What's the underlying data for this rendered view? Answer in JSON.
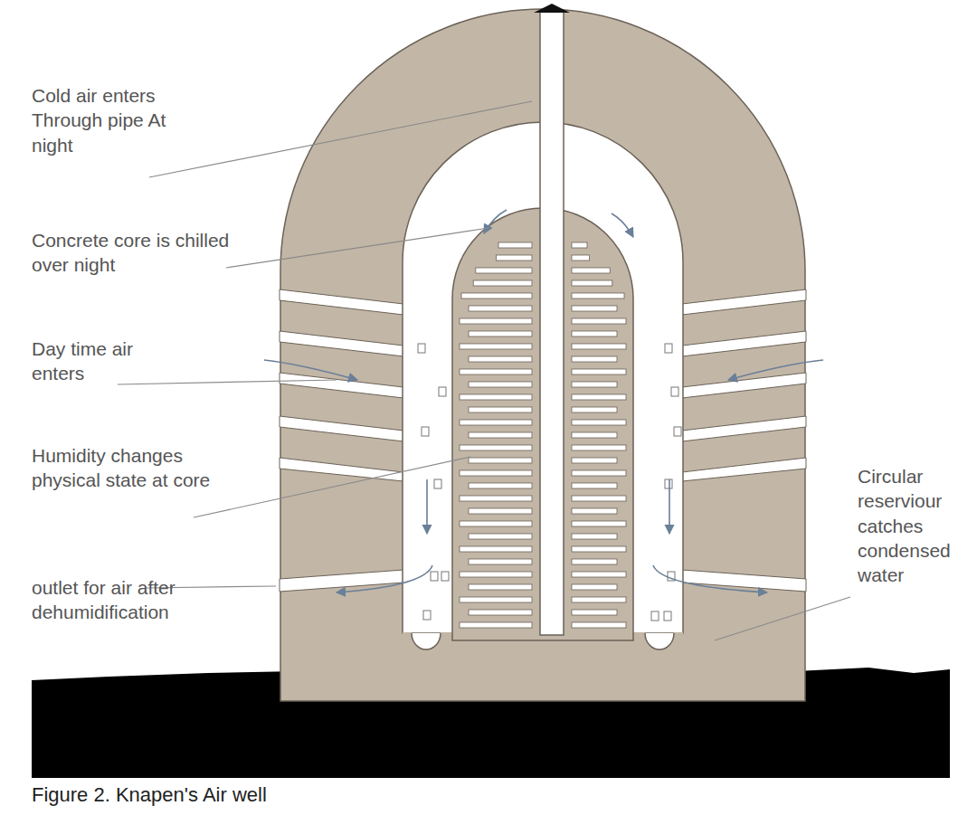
{
  "diagram": {
    "caption": "Figure 2. Knapen's Air well",
    "labels": [
      "Cold air enters Through pipe At night",
      "Concrete core is chilled over night",
      "Day time air enters",
      "Humidity changes physical state at core",
      "outlet for air after dehumidification",
      "Circular reserviour catches condensed water"
    ]
  }
}
